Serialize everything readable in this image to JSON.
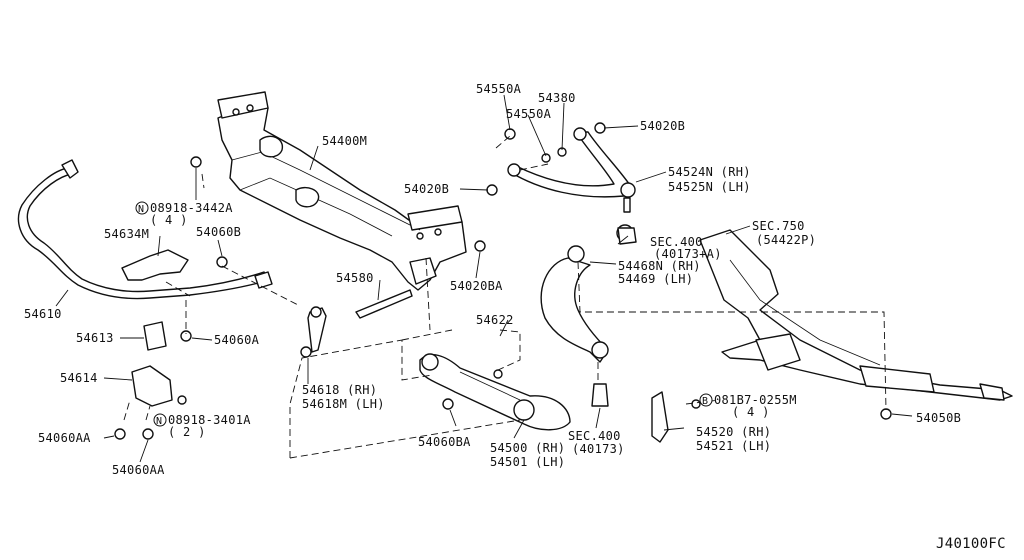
{
  "diagram_code": "J40100FC",
  "labels": {
    "p54550A_a": "54550A",
    "p54550A_b": "54550A",
    "p54380": "54380",
    "p54020B_top": "54020B",
    "p54400M": "54400M",
    "p54524N": "54524N (RH)",
    "p54525N": "54525N (LH)",
    "p54020B_mid": "54020B",
    "n08918_3442A": "08918-3442A",
    "n08918_3442A_qty": "( 4 )",
    "sec750": "SEC.750",
    "sec750_ref": "(54422P)",
    "p54634M": "54634M",
    "p54060B": "54060B",
    "sec400_a": "SEC.400",
    "sec400_a_ref": "(40173+A)",
    "p54468N": "54468N (RH)",
    "p54469": "54469 (LH)",
    "p54580": "54580",
    "p54020BA": "54020BA",
    "p54610": "54610",
    "p54622": "54622",
    "p54613": "54613",
    "p54060A": "54060A",
    "p54618": "54618 (RH)",
    "p54618M": "54618M (LH)",
    "p54614": "54614",
    "n08918_3401A": "08918-3401A",
    "n08918_3401A_qty": "( 2 )",
    "b081B7_0255M": "081B7-0255M",
    "b081B7_0255M_qty": "( 4 )",
    "p54060AA_a": "54060AA",
    "p54060BA": "54060BA",
    "sec400_b": "SEC.400",
    "sec400_b_ref": "(40173)",
    "p54520": "54520 (RH)",
    "p54521": "54521 (LH)",
    "p54050B": "54050B",
    "p54500": "54500 (RH)",
    "p54501": "54501 (LH)",
    "p54060AA_b": "54060AA"
  },
  "markers": {
    "n_mark": "N",
    "b_mark": "B"
  }
}
